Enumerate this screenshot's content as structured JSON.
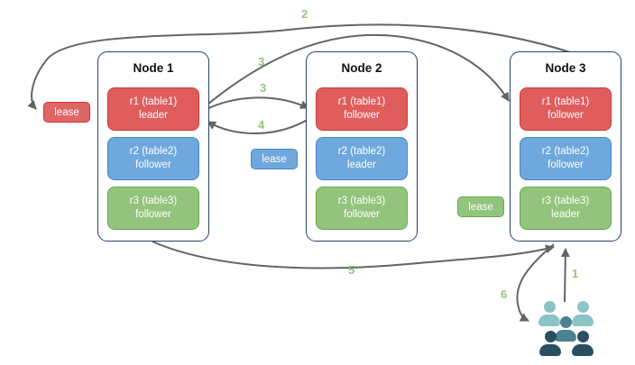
{
  "diagram": {
    "background": "#ffffff",
    "arrow_color": "#646464",
    "step_number_color": "#93c47d",
    "node_border_color": "#28406a"
  },
  "nodes": [
    {
      "title": "Node 1",
      "replicas": [
        {
          "name": "r1 (table1)",
          "role": "leader",
          "color": "#e05d5d"
        },
        {
          "name": "r2 (table2)",
          "role": "follower",
          "color": "#6fa8dc"
        },
        {
          "name": "r3 (table3)",
          "role": "follower",
          "color": "#93c47d"
        }
      ]
    },
    {
      "title": "Node 2",
      "replicas": [
        {
          "name": "r1 (table1)",
          "role": "follower",
          "color": "#e05d5d"
        },
        {
          "name": "r2 (table2)",
          "role": "leader",
          "color": "#6fa8dc"
        },
        {
          "name": "r3 (table3)",
          "role": "follower",
          "color": "#93c47d"
        }
      ]
    },
    {
      "title": "Node 3",
      "replicas": [
        {
          "name": "r1 (table1)",
          "role": "follower",
          "color": "#e05d5d"
        },
        {
          "name": "r2 (table2)",
          "role": "follower",
          "color": "#6fa8dc"
        },
        {
          "name": "r3 (table3)",
          "role": "leader",
          "color": "#93c47d"
        }
      ]
    }
  ],
  "leases": [
    {
      "label": "lease",
      "color": "#e06666"
    },
    {
      "label": "lease",
      "color": "#6fa8dc"
    },
    {
      "label": "lease",
      "color": "#93c47d"
    }
  ],
  "steps": {
    "s1": "1",
    "s2": "2",
    "s3a": "3",
    "s3b": "3",
    "s4": "4",
    "s5": "5",
    "s6": "6"
  },
  "icons": {
    "users_group": "users-group-icon"
  }
}
